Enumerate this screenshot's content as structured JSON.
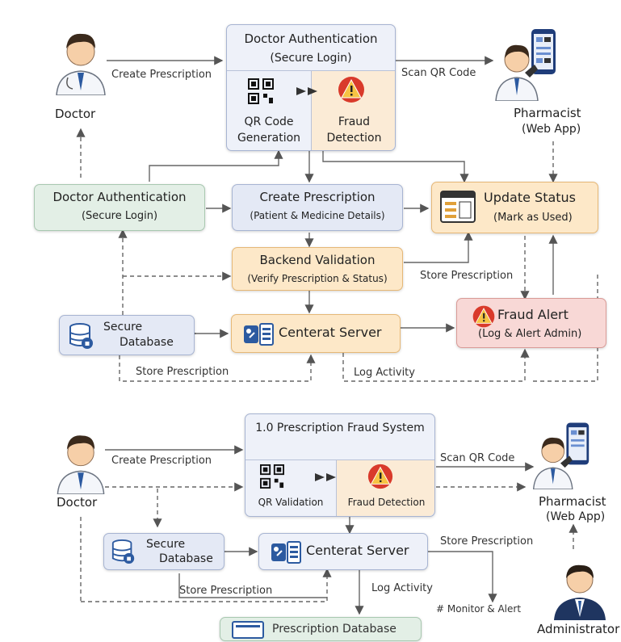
{
  "top": {
    "doctor_label": "Doctor",
    "pharmacist_label": "Pharmacist",
    "pharmacist_sub": "(Web App)",
    "create_prescription_edge": "Create Prescription",
    "scan_qr_edge": "Scan QR Code",
    "auth_box": {
      "title": "Doctor Authentication",
      "subtitle": "(Secure Login)",
      "qr_line1": "QR Code",
      "qr_line2": "Generation",
      "fraud_line1": "Fraud",
      "fraud_line2": "Detection"
    },
    "doctor_auth": {
      "title": "Doctor Authentication",
      "subtitle": "(Secure Login)"
    },
    "create_prescription": {
      "title": "Create Prescription",
      "subtitle": "(Patient & Medicine Details)"
    },
    "update_status": {
      "title": "Update Status",
      "subtitle": "(Mark as Used)"
    },
    "backend_validation": {
      "title": "Backend Validation",
      "subtitle": "(Verify Prescription & Status)"
    },
    "store_prescription_right": "Store Prescription",
    "secure_database": {
      "line1": "Secure",
      "line2": "Database"
    },
    "central_server": "Centerat Server",
    "fraud_alert": {
      "title": "Fraud Alert",
      "subtitle": "(Log & Alert Admin)"
    },
    "store_prescription_bottom": "Store Prescription",
    "log_activity": "Log Activity"
  },
  "bottom": {
    "doctor_label": "Doctor",
    "pharmacist_label": "Pharmacist",
    "pharmacist_sub": "(Web App)",
    "create_prescription_edge": "Create Prescription",
    "scan_qr_edge": "Scan QR Code",
    "system_box": {
      "title": "1.0 Prescription Fraud System",
      "qr_label": "QR Validation",
      "fraud_label": "Fraud Detection"
    },
    "secure_database": {
      "line1": "Secure",
      "line2": "Database"
    },
    "central_server": "Centerat Server",
    "store_prescription_right": "Store Prescription",
    "store_prescription_bottom": "Store Prescription",
    "log_activity": "Log Activity",
    "monitor_alert": "# Monitor & Alert",
    "prescription_database": "Prescription Database",
    "administrator": "Administrator"
  },
  "colors": {
    "blue_box": "#e4e9f5",
    "green_box": "#e3efe6",
    "orange_box": "#fde8c8",
    "red_box": "#f8d8d6",
    "line": "#555555",
    "icon_blue": "#2c5aa0"
  }
}
